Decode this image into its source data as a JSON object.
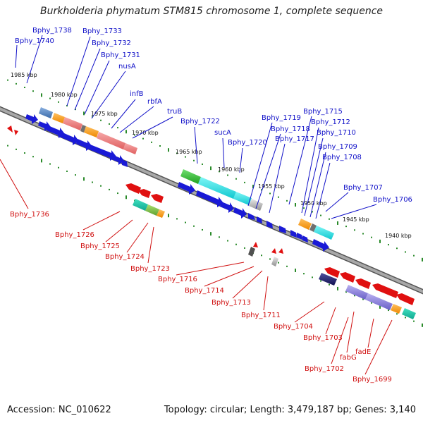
{
  "title": "Burkholderia phymatum STM815 chromosome 1, complete sequence",
  "footer": {
    "accession": "Accession: NC_010622",
    "topology": "Topology: circular; Length: 3,479,187 bp; Genes: 3,140"
  },
  "colors": {
    "backbone": "#909090",
    "ruler_tick": "#2a8a2a",
    "label_top": "#1010c8",
    "label_bottom": "#d01010",
    "gene_blue": "#1a1ad6",
    "gene_red": "#e01010"
  },
  "kbp_labels": [
    "1985 kbp",
    "1980 kbp",
    "1975 kbp",
    "1970 kbp",
    "1965 kbp",
    "1960 kbp",
    "1955 kbp",
    "1950 kbp",
    "1945 kbp",
    "1940 kbp"
  ],
  "top_labels": [
    "Bphy_1738",
    "Bphy_1740",
    "Bphy_1733",
    "Bphy_1732",
    "Bphy_1731",
    "nusA",
    "infB",
    "rbfA",
    "truB",
    "Bphy_1722",
    "sucA",
    "Bphy_1720",
    "Bphy_1719",
    "Bphy_1718",
    "Bphy_1717",
    "Bphy_1715",
    "Bphy_1712",
    "Bphy_1710",
    "Bphy_1709",
    "Bphy_1708",
    "Bphy_1707",
    "Bphy_1706"
  ],
  "bottom_labels": [
    "Bphy_1736",
    "Bphy_1726",
    "Bphy_1725",
    "Bphy_1724",
    "Bphy_1723",
    "Bphy_1716",
    "Bphy_1714",
    "Bphy_1713",
    "Bphy_1711",
    "Bphy_1704",
    "Bphy_1703",
    "fabG",
    "Bphy_1702",
    "fadE",
    "Bphy_1699"
  ]
}
